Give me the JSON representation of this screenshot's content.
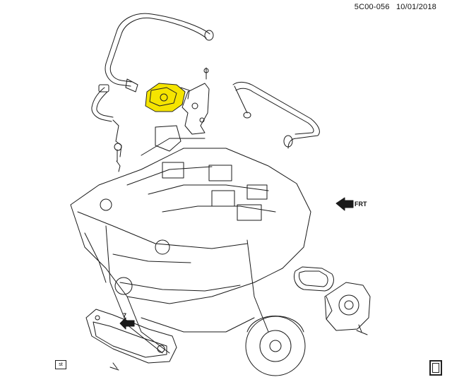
{
  "diagram": {
    "code": "5C00-056",
    "date": "10/01/2018",
    "front_arrow_label": "FRT",
    "callout_number": "7",
    "badge_label": "st",
    "highlight_color": "#f5e400",
    "line_color": "#1a1a1a"
  }
}
